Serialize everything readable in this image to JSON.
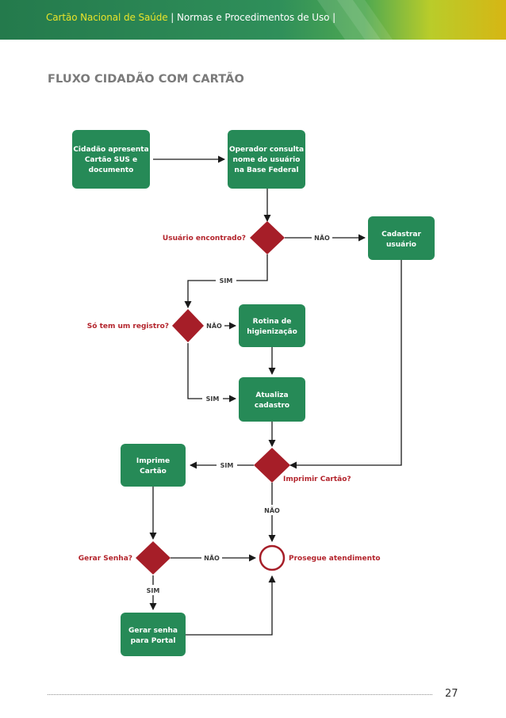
{
  "header": {
    "brand": "Cartão Nacional de Saúde",
    "separator": " | ",
    "subtitle": "Normas e Procedimentos de Uso",
    "trailing": " |",
    "colors": {
      "green": "#2e8a57",
      "yellow": "#e8e32a",
      "box": "#268a57",
      "diamond": "#a61e28"
    }
  },
  "section_title": "FLUXO CIDADÃO COM CARTÃO",
  "flowchart": {
    "boxes": {
      "apresenta": [
        "Cidadão apresenta",
        "Cartão SUS e",
        "documento"
      ],
      "operador": [
        "Operador consulta",
        "nome do usuário",
        "na Base Federal"
      ],
      "cadastrar": [
        "Cadastrar",
        "usuário"
      ],
      "rotina": [
        "Rotina de",
        "higienização"
      ],
      "atualiza": [
        "Atualiza",
        "cadastro"
      ],
      "imprime": [
        "Imprime",
        "Cartão"
      ],
      "gerar": [
        "Gerar senha",
        "para Portal"
      ]
    },
    "questions": {
      "encontrado": "Usuário encontrado?",
      "registro": "Só tem um registro?",
      "imprimir": "Imprimir Cartão?",
      "senha": "Gerar Senha?"
    },
    "end_label": "Prosegue atendimento",
    "labels": {
      "nao_cadastrar": "NÃO",
      "sim_registro": "SIM",
      "nao_rotina": "NÃO",
      "sim_atualiza": "SIM",
      "sim_imprime": "SIM",
      "nao_imprimir": "NÃO",
      "nao_senha": "NÃO",
      "sim_senha": "SIM"
    }
  },
  "footer": {
    "page_number": "27"
  }
}
